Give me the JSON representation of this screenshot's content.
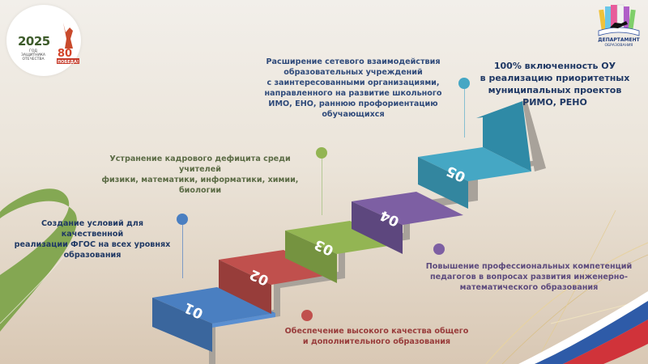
{
  "logos": {
    "year_logo": {
      "year": "2025",
      "subtitle_line1": "ГОД ЗАЩИТНИКА",
      "subtitle_line2": "ОТЕЧЕСТВА",
      "badge_number": "80",
      "badge_text": "ПОБЕДА!"
    },
    "department_logo": {
      "line1": "ДЕПАРТАМЕНТ",
      "line2": "ОБРАЗОВАНИЯ"
    }
  },
  "colors": {
    "step_01": "#4a7fc1",
    "step_02": "#c0504d",
    "step_03": "#93b553",
    "step_04": "#7d5fa3",
    "step_05": "#45a7c4",
    "text_dark_blue": "#1f3864",
    "text_green_gray": "#5b6b45",
    "text_purple": "#5c4a7d",
    "text_red": "#983b3a"
  },
  "steps": [
    {
      "number": "01",
      "text": "Создание условий для качественной реализации ФГОС на всех уровнях образования",
      "lines": [
        "Создание условий для качественной",
        "реализации ФГОС на всех уровнях",
        "образования"
      ]
    },
    {
      "number": "02",
      "text": "Обеспечение высокого качества общего и дополнительного образования",
      "lines": [
        "Обеспечение высокого качества общего",
        "и дополнительного образования"
      ]
    },
    {
      "number": "03",
      "text": "Устранение кадрового дефицита среди учителей физики, математики, информатики, химии, биологии",
      "lines": [
        "Устранение кадрового дефицита среди учителей",
        "физики, математики, информатики, химии,",
        "биологии"
      ]
    },
    {
      "number": "04",
      "text": "Повышение профессиональных компетенций педагогов в вопросах развития инженерно-математического образования",
      "lines": [
        "Повышение профессиональных компетенций",
        "педагогов в вопросах развития инженерно-",
        "математического образования"
      ]
    },
    {
      "number": "05",
      "text": "Расширение сетевого взаимодействия образовательных учреждений с заинтересованными организациями, направленного на развитие школьного ИМО, ЕНО, раннюю профориентацию обучающихся",
      "lines": [
        "Расширение сетевого взаимодействия",
        "образовательных учреждений",
        "с заинтересованными организациями,",
        "направленного на развитие школьного",
        "ИМО, ЕНО, раннюю профориентацию обучающихся"
      ]
    }
  ],
  "goal": {
    "lines": [
      "100% включенность ОУ",
      "в реализацию приоритетных",
      "муниципальных проектов",
      "РИМО, РЕНО"
    ]
  }
}
